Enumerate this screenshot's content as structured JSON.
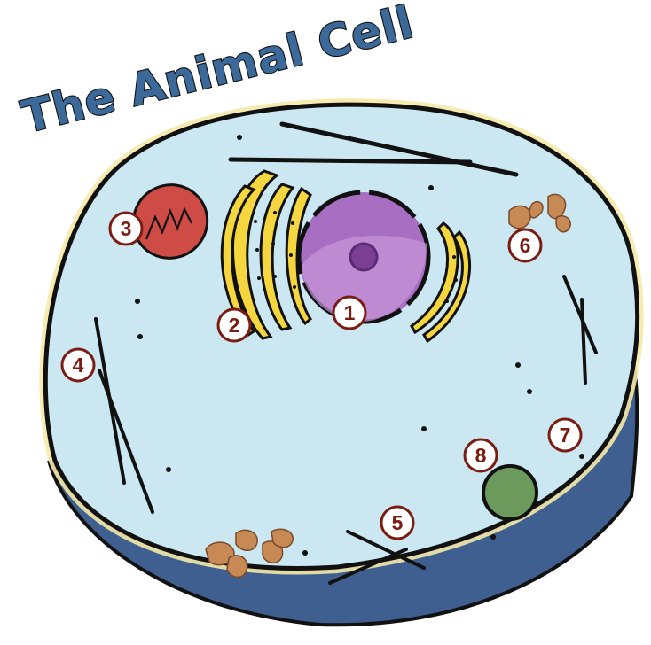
{
  "title": "The Animal Cell",
  "colors": {
    "cytoplasm": "#cbe7f1",
    "membrane_shadow": "#3e5f8f",
    "outline": "#111111",
    "nucleus": "#9a63b4",
    "golgi": "#f5d63e",
    "mitochondrion": "#cf4b45",
    "lysosome": "#6b9a5c",
    "centriole": "#c88a55",
    "badge_fill": "#ffffff",
    "badge_stroke": "#7a1c12",
    "badge_text": "#7a1c12",
    "title_fill": "#3b6a9a"
  },
  "labels": [
    {
      "number": "1",
      "target": "nucleus"
    },
    {
      "number": "2",
      "target": "golgi-apparatus"
    },
    {
      "number": "3",
      "target": "mitochondrion"
    },
    {
      "number": "4",
      "target": "microtubule"
    },
    {
      "number": "5",
      "target": "microtubule-cross"
    },
    {
      "number": "6",
      "target": "centrioles"
    },
    {
      "number": "7",
      "target": "cytoplasm-dot"
    },
    {
      "number": "8",
      "target": "lysosome"
    }
  ]
}
